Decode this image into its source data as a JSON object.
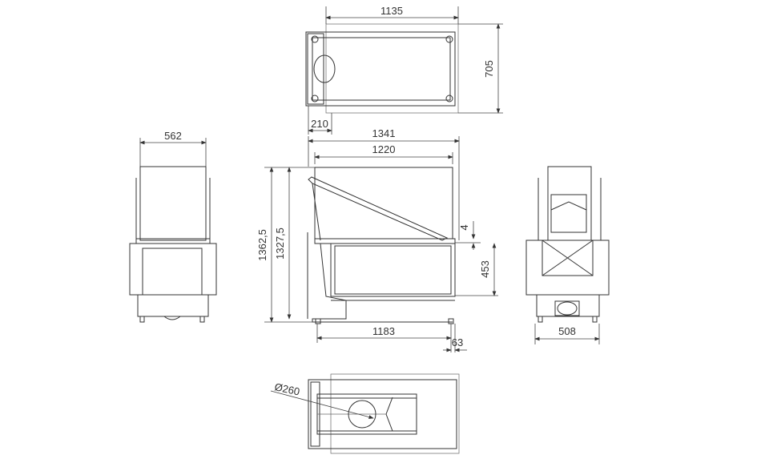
{
  "title": "Fireplace dimension drawing",
  "top_view": {
    "width": "1135",
    "depth": "705",
    "offset": "210"
  },
  "front_view": {
    "overall_width": "1341",
    "inner_width": "1220",
    "overall_height": "1362,5",
    "height": "1327,5",
    "gap": "4",
    "glass_height": "453",
    "base_width": "1183",
    "foot_offset": "63"
  },
  "left_view": {
    "width": "562"
  },
  "right_view": {
    "width": "508"
  },
  "bottom_view": {
    "flue_diameter": "Ø260"
  }
}
